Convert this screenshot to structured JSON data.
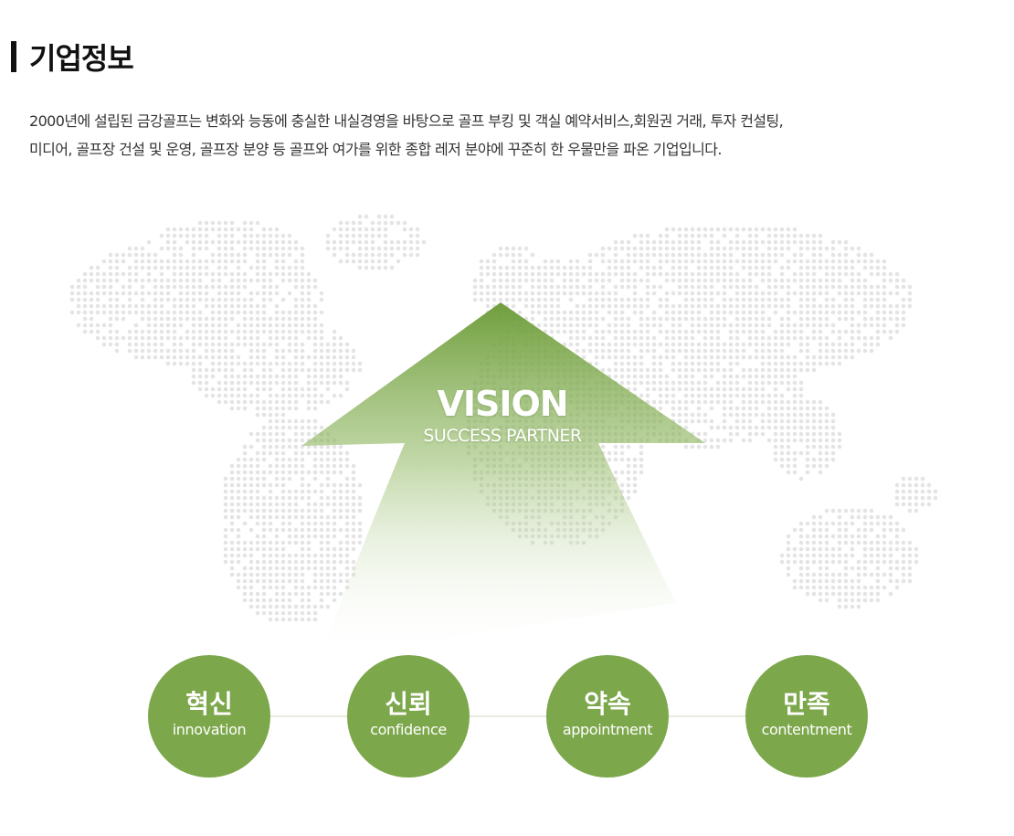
{
  "page": {
    "title": "기업정보",
    "intro_lines": [
      "2000년에 설립된 금강골프는 변화와 능동에 충실한 내실경영을 바탕으로 골프 부킹 및 객실 예약서비스,회원권 거래, 투자 컨설팅,",
      "미디어, 골프장 건설 및 운영, 골프장 분양 등 골프와 여가를 위한 종합 레저 분야에 꾸준히 한 우물만을 파온 기업입니다."
    ]
  },
  "vision": {
    "title": "VISION",
    "subtitle": "SUCCESS PARTNER"
  },
  "values": [
    {
      "ko": "혁신",
      "en": "innovation"
    },
    {
      "ko": "신뢰",
      "en": "confidence"
    },
    {
      "ko": "약속",
      "en": "appointment"
    },
    {
      "ko": "만족",
      "en": "contentment"
    }
  ],
  "colors": {
    "accent_green": "#7ca74b",
    "arrow_green": "#6f9e3c",
    "map_dot": "#e4e4e4",
    "title_bar": "#111111"
  },
  "icons": {
    "map": "world-map-dotted",
    "arrow": "vision-up-arrow"
  }
}
